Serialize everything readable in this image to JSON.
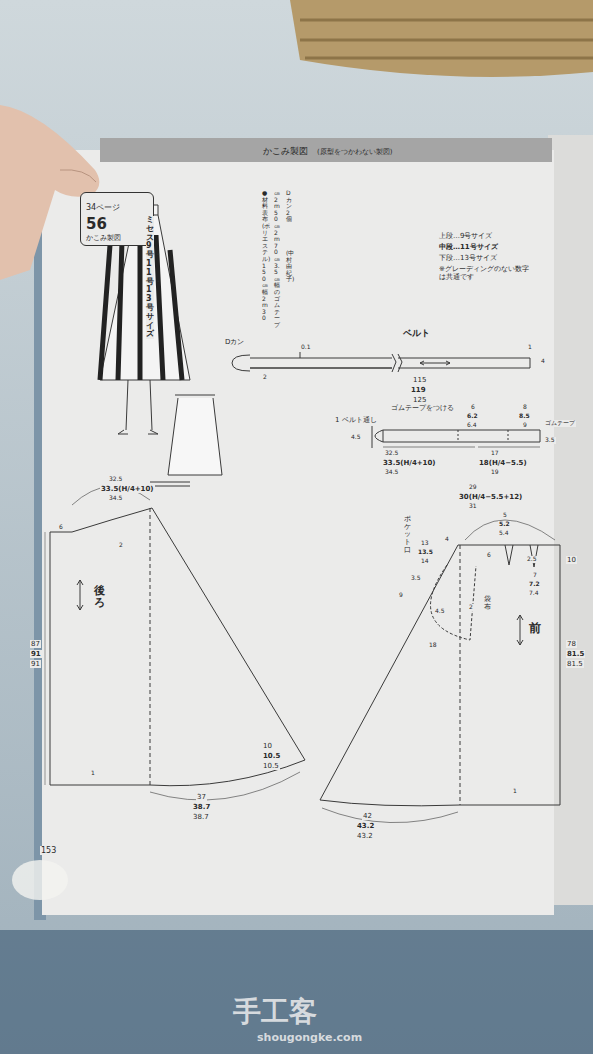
{
  "diagram": {
    "nodes": [
      {
        "text": [
          "34ページ",
          "56",
          "かこみ製図"
        ]
      }
    ],
    "labels": [
      "かこみ製図",
      "(原型をつかわない製図)",
      "ミセス9号・11号・13号サイズ",
      "●材料 表布(ポリエステル)150㎝幅2m30",
      "㎝ 2m50㎝ 2m70㎝ 3.5㎝幅のゴムテープ",
      "Dカン2個",
      "(中村由紀子)",
      "上段…9号サイズ",
      "中段…11号サイズ",
      "下段…13号サイズ",
      "※グレーディングのない数字は共通です",
      "Dカン",
      "0.1",
      "ベルト",
      "1",
      "4",
      "2",
      "115",
      "119",
      "125",
      "ゴムテープをつける",
      "1 ベルト通し",
      "4.5",
      "6",
      "6.2",
      "6.4",
      "8",
      "8.5",
      "9",
      "ゴムテープ",
      "3.5",
      "32.5",
      "33.5(H/4+10)",
      "34.5",
      "17",
      "18(H/4−5.5)",
      "19",
      "32.5",
      "33.5(H/4+10)",
      "34.5",
      "6",
      "2",
      "後ろ",
      "87",
      "91",
      "91",
      "1",
      "10",
      "10.5",
      "10.5",
      "37",
      "38.7",
      "38.7",
      "29",
      "30(H/4−5.5+12)",
      "31",
      "4",
      "5",
      "5.2",
      "5.4",
      "6",
      "2.5",
      "10",
      "7",
      "7.2",
      "7.4",
      "ポケット口",
      "13",
      "13.5",
      "14",
      "3.5",
      "9",
      "4.5",
      "2",
      "袋布",
      "18",
      "前",
      "78",
      "81.5",
      "81.5",
      "1",
      "42",
      "43.2",
      "43.2",
      "153",
      "手工客",
      "shougongke.com"
    ]
  }
}
